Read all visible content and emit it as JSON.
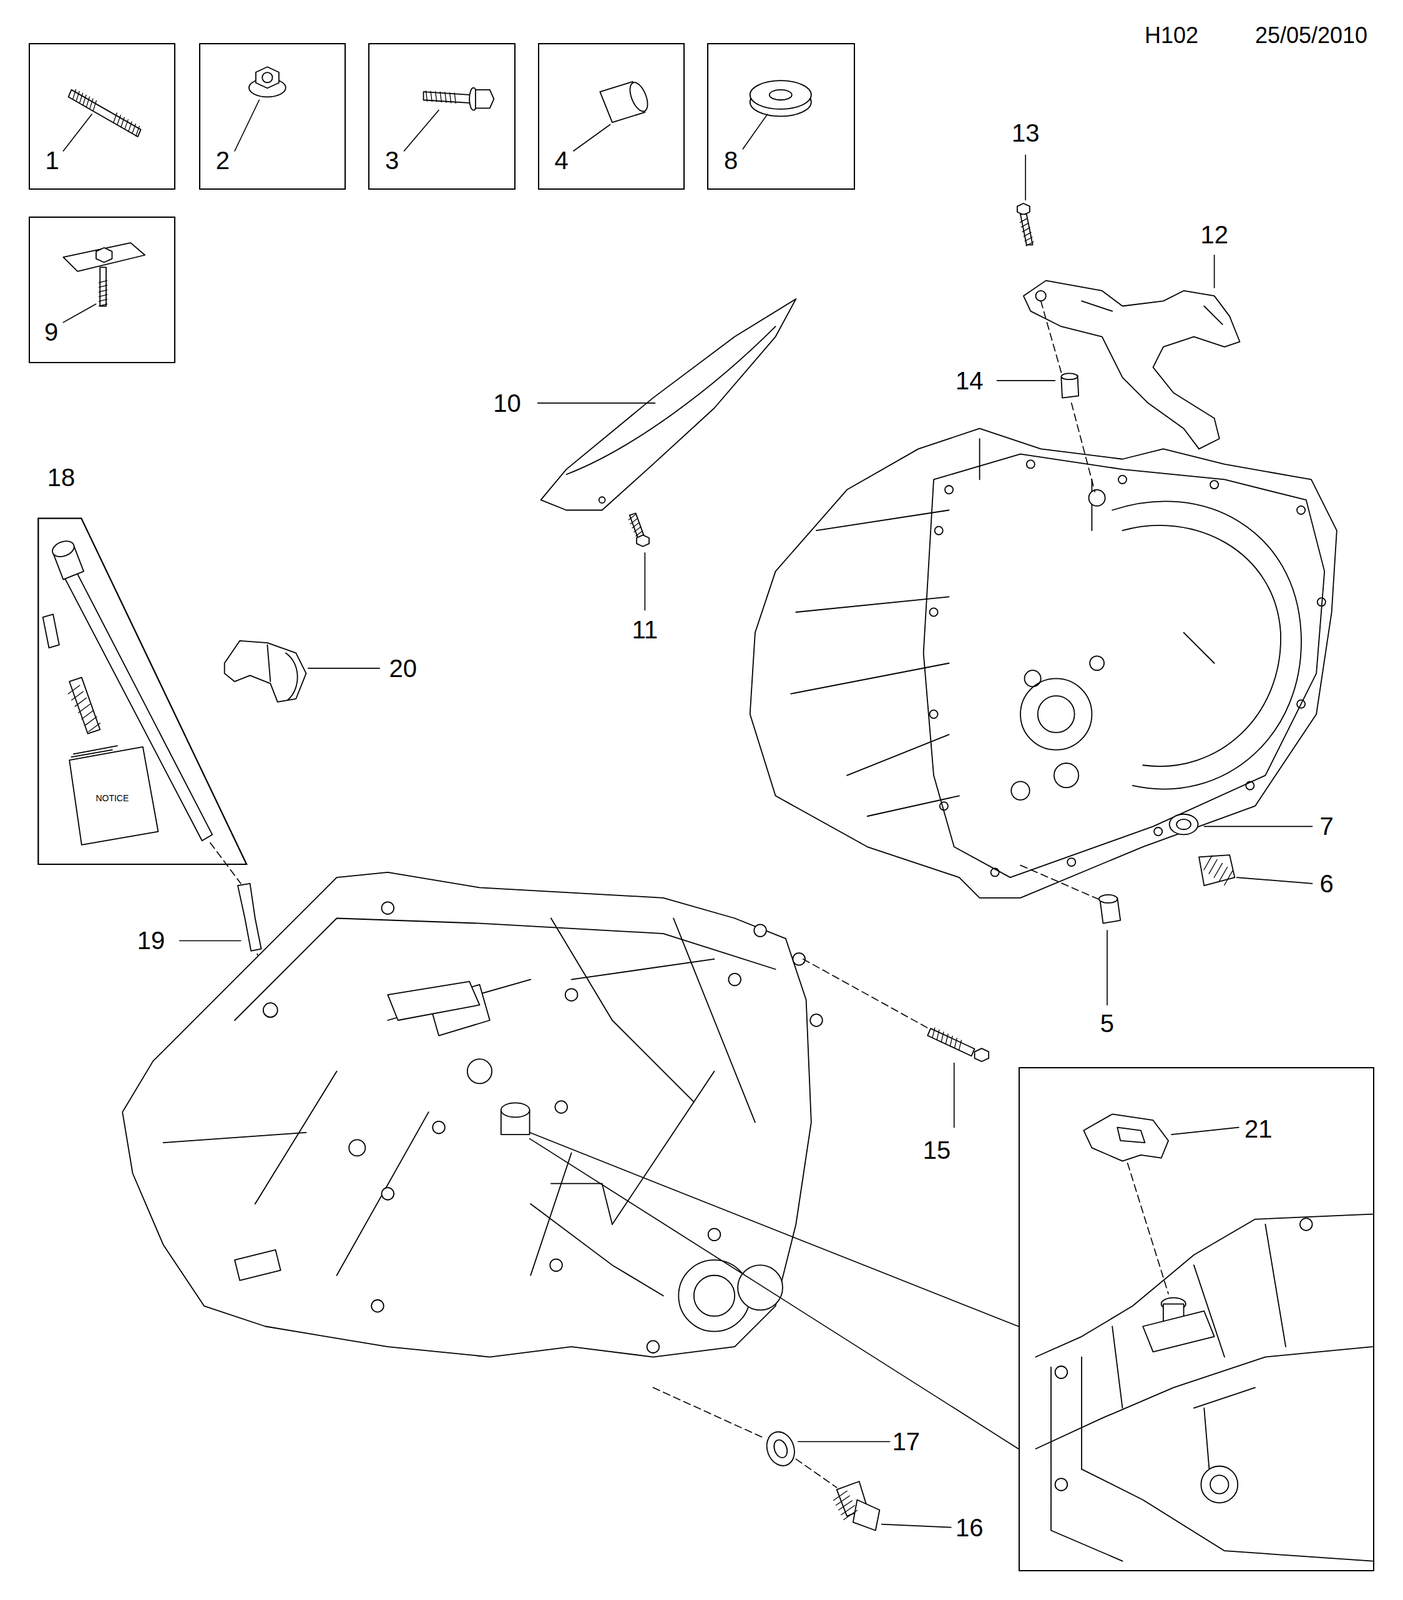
{
  "diagram": {
    "nodes": [
      {
        "text": [
          "1"
        ]
      },
      {
        "text": [
          "2"
        ]
      },
      {
        "text": [
          "3"
        ]
      },
      {
        "text": [
          "4"
        ]
      },
      {
        "text": [
          "8"
        ]
      },
      {
        "text": [
          "9"
        ]
      },
      {
        "text": [
          "18",
          "NOTICE"
        ]
      },
      {
        "text": [
          "21"
        ]
      }
    ],
    "labels": [
      "H102",
      "25/05/2010",
      "13",
      "12",
      "14",
      "10",
      "11",
      "20",
      "7",
      "6",
      "5",
      "19",
      "15",
      "17",
      "16"
    ]
  }
}
